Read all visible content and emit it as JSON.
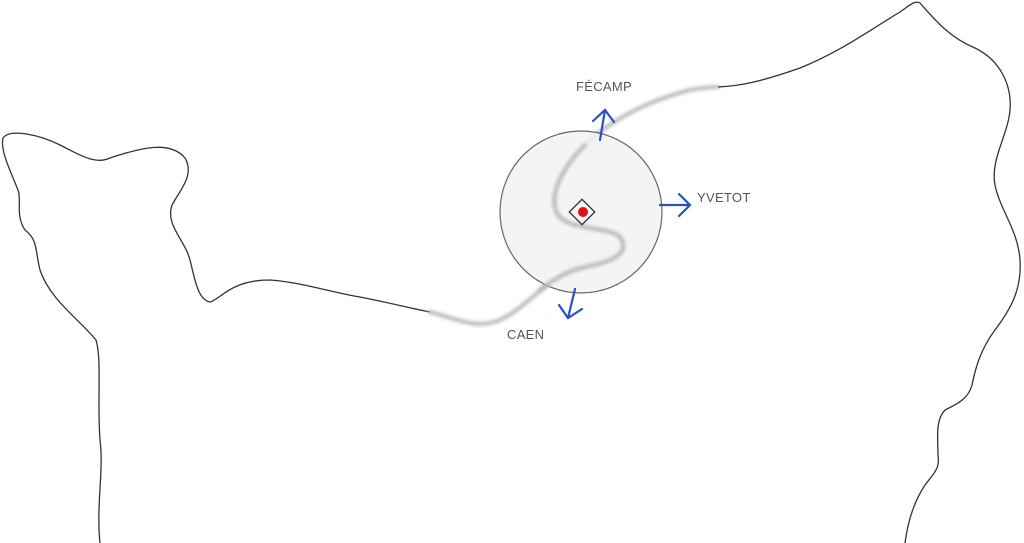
{
  "map": {
    "destinations": [
      {
        "label": "FÉCAMP",
        "direction": "north"
      },
      {
        "label": "YVETOT",
        "direction": "east"
      },
      {
        "label": "CAEN",
        "direction": "south"
      }
    ],
    "colors": {
      "arrow": "#2a4fc4",
      "marker": "#e01010",
      "coast": "#333333",
      "road": "#bbbbbb",
      "zone": "#f2f2f2"
    }
  }
}
